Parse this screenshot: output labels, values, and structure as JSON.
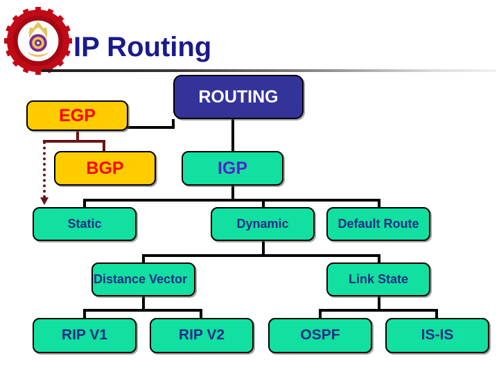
{
  "slide": {
    "title": "IP Routing",
    "logo_name": "institution-gear-emblem",
    "background": "#ffffff",
    "title_color": "#1a1a8c"
  },
  "palette": {
    "routing_fill": "#333399",
    "routing_text": "#ffffff",
    "gold_fill": "#ffcc00",
    "gold_text": "#ff0000",
    "teal_fill": "#11e0a0",
    "teal_text": "#1f2d86",
    "igp_text": "#5522cc",
    "connector_black": "#000000",
    "connector_maroon": "#6b1414"
  },
  "diagram": {
    "type": "tree",
    "root": "ROUTING",
    "nodes": [
      {
        "id": "routing",
        "label": "ROUTING",
        "style": "routing"
      },
      {
        "id": "egp",
        "label": "EGP",
        "style": "gold"
      },
      {
        "id": "bgp",
        "label": "BGP",
        "style": "gold"
      },
      {
        "id": "igp",
        "label": "IGP",
        "style": "teal-purple"
      },
      {
        "id": "static",
        "label": "Static",
        "style": "teal"
      },
      {
        "id": "dynamic",
        "label": "Dynamic",
        "style": "teal"
      },
      {
        "id": "default_route",
        "label": "Default Route",
        "style": "teal"
      },
      {
        "id": "distance_vector",
        "label": "Distance Vector",
        "style": "teal"
      },
      {
        "id": "link_state",
        "label": "Link State",
        "style": "teal"
      },
      {
        "id": "rip_v1",
        "label": "RIP V1",
        "style": "teal"
      },
      {
        "id": "rip_v2",
        "label": "RIP V2",
        "style": "teal"
      },
      {
        "id": "ospf",
        "label": "OSPF",
        "style": "teal"
      },
      {
        "id": "is_is",
        "label": "IS-IS",
        "style": "teal"
      }
    ],
    "edges": [
      {
        "from": "routing",
        "to": "egp",
        "kind": "solid-black"
      },
      {
        "from": "routing",
        "to": "igp",
        "kind": "solid-black"
      },
      {
        "from": "egp",
        "to": "bgp",
        "kind": "solid-maroon"
      },
      {
        "from": "egp",
        "to": "static",
        "kind": "dotted-maroon-arrow"
      },
      {
        "from": "igp",
        "to": "static",
        "kind": "solid-black"
      },
      {
        "from": "igp",
        "to": "dynamic",
        "kind": "solid-black"
      },
      {
        "from": "igp",
        "to": "default_route",
        "kind": "solid-black"
      },
      {
        "from": "dynamic",
        "to": "distance_vector",
        "kind": "solid-black"
      },
      {
        "from": "dynamic",
        "to": "link_state",
        "kind": "solid-black"
      },
      {
        "from": "distance_vector",
        "to": "rip_v1",
        "kind": "solid-black"
      },
      {
        "from": "distance_vector",
        "to": "rip_v2",
        "kind": "solid-black"
      },
      {
        "from": "link_state",
        "to": "ospf",
        "kind": "solid-black"
      },
      {
        "from": "link_state",
        "to": "is_is",
        "kind": "solid-black"
      }
    ]
  }
}
